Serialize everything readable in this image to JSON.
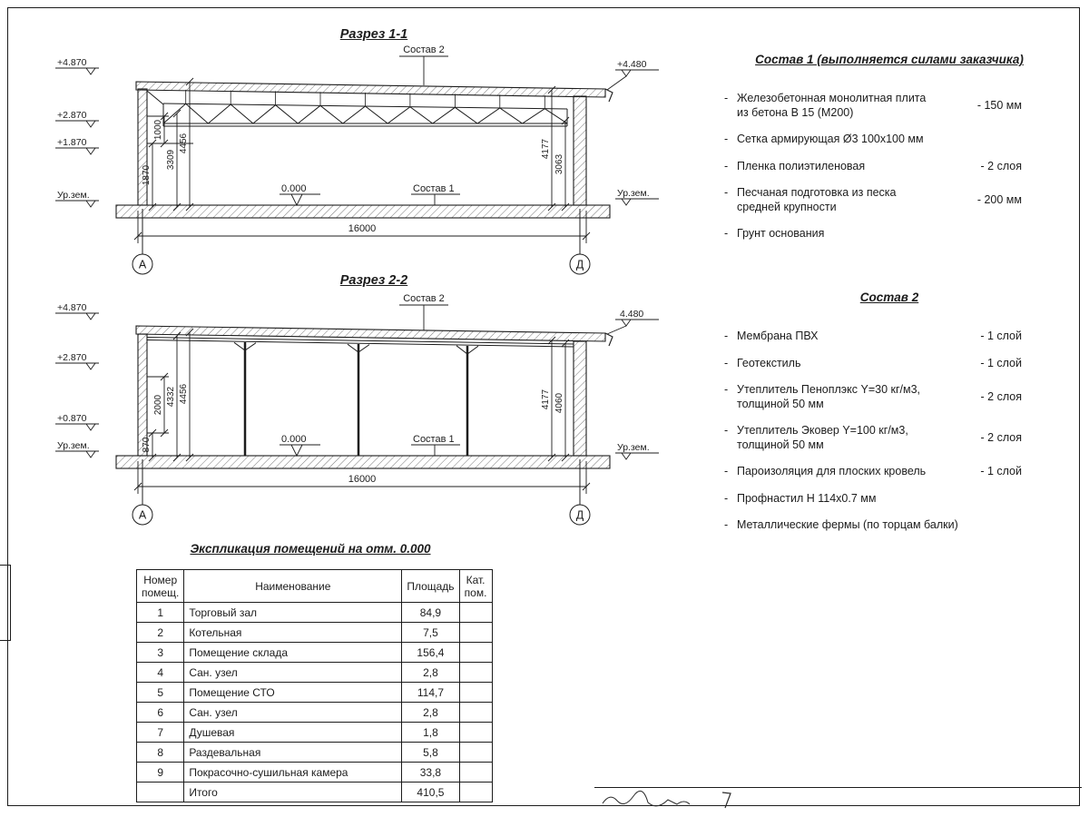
{
  "page": {
    "ink": "#1c1c1c"
  },
  "section1": {
    "title": "Разрез 1-1",
    "label_sostav2": "Состав 2",
    "label_sostav1": "Состав 1",
    "label_zero": "0.000",
    "elev_left": [
      "+4.870",
      "+2.870",
      "+1.870",
      "Ур.зем."
    ],
    "elev_right": [
      "+4.480",
      "Ур.зем."
    ],
    "dims_left": [
      "1870",
      "1000",
      "3309",
      "4456"
    ],
    "dims_right": [
      "4177",
      "3063"
    ],
    "dim_span": "16000",
    "axis_left": "А",
    "axis_right": "Д"
  },
  "section2": {
    "title": "Разрез 2-2",
    "label_sostav2": "Состав 2",
    "label_sostav1": "Состав 1",
    "label_zero": "0.000",
    "elev_left": [
      "+4.870",
      "+2.870",
      "+0.870",
      "Ур.зем."
    ],
    "elev_right": [
      "4.480",
      "Ур.зем."
    ],
    "dims_left": [
      "870",
      "2000",
      "4332",
      "4456"
    ],
    "dims_right": [
      "4177",
      "4060"
    ],
    "dim_span": "16000",
    "axis_left": "А",
    "axis_right": "Д"
  },
  "sostav1": {
    "title": "Состав 1 (выполняется силами заказчика)",
    "bullet": "-",
    "items": [
      {
        "text": "Железобетонная монолитная плита\nиз бетона В 15 (М200)",
        "value": "- 150 мм"
      },
      {
        "text": "Сетка армирующая Ø3 100х100 мм",
        "value": ""
      },
      {
        "text": "Пленка полиэтиленовая",
        "value": "- 2 слоя"
      },
      {
        "text": "Песчаная подготовка из песка\nсредней крупности",
        "value": "- 200 мм"
      },
      {
        "text": "Грунт основания",
        "value": ""
      }
    ]
  },
  "sostav2": {
    "title": "Состав 2",
    "bullet": "-",
    "items": [
      {
        "text": "Мембрана ПВХ",
        "value": "- 1 слой"
      },
      {
        "text": "Геотекстиль",
        "value": "- 1 слой"
      },
      {
        "text": "Утеплитель Пеноплэкс Y=30 кг/м3,\nтолщиной 50 мм",
        "value": "- 2 слоя"
      },
      {
        "text": "Утеплитель Эковер Y=100 кг/м3,\nтолщиной 50 мм",
        "value": "- 2 слоя"
      },
      {
        "text": "Пароизоляция для плоских кровель",
        "value": "- 1 слой"
      },
      {
        "text": "Профнастил Н 114х0.7 мм",
        "value": ""
      },
      {
        "text": "Металлические фермы (по торцам балки)",
        "value": ""
      }
    ]
  },
  "room_table": {
    "title": "Экспликация помещений на отм. 0.000",
    "col_num": "Номер\nпомещ.",
    "col_name": "Наименование",
    "col_area": "Площадь",
    "col_cat": "Кат.\nпом.",
    "rows": [
      {
        "num": "1",
        "name": "Торговый зал",
        "area": "84,9",
        "cat": ""
      },
      {
        "num": "2",
        "name": "Котельная",
        "area": "7,5",
        "cat": ""
      },
      {
        "num": "3",
        "name": "Помещение склада",
        "area": "156,4",
        "cat": ""
      },
      {
        "num": "4",
        "name": "Сан. узел",
        "area": "2,8",
        "cat": ""
      },
      {
        "num": "5",
        "name": "Помещение СТО",
        "area": "114,7",
        "cat": ""
      },
      {
        "num": "6",
        "name": "Сан. узел",
        "area": "2,8",
        "cat": ""
      },
      {
        "num": "7",
        "name": "Душевая",
        "area": "1,8",
        "cat": ""
      },
      {
        "num": "8",
        "name": "Раздевальная",
        "area": "5,8",
        "cat": ""
      },
      {
        "num": "9",
        "name": "Покрасочно-сушильная камера",
        "area": "33,8",
        "cat": ""
      },
      {
        "num": "",
        "name": "Итого",
        "area": "410,5",
        "cat": ""
      }
    ]
  }
}
